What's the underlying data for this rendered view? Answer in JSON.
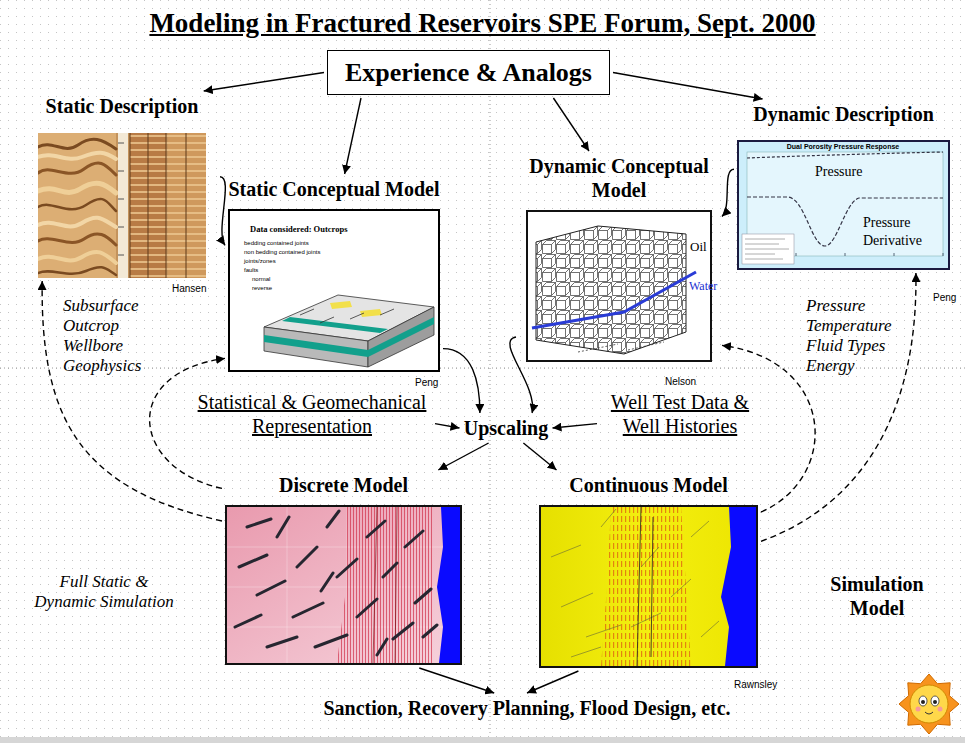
{
  "diagram": {
    "title": "Modeling in Fractured Reservoirs SPE Forum, Sept. 2000",
    "nodes": [
      {
        "text": [
          "Experience & Analogs"
        ]
      },
      {
        "text": [
          "Static Description"
        ]
      },
      {
        "text": [
          "Static Conceptual Model"
        ]
      },
      {
        "text": [
          "Dynamic Conceptual Model"
        ]
      },
      {
        "text": [
          "Dynamic Description"
        ]
      },
      {
        "text": [
          "Upscaling"
        ]
      },
      {
        "text": [
          "Statistical & Geomechanical Representation"
        ]
      },
      {
        "text": [
          "Well Test Data & Well Histories"
        ]
      },
      {
        "text": [
          "Discrete Model"
        ]
      },
      {
        "text": [
          "Continuous Model"
        ]
      },
      {
        "text": [
          "Sanction, Recovery Planning, Flood Design, etc."
        ]
      }
    ],
    "edges": [
      {
        "from": 0,
        "to": 1,
        "arrow": "to"
      },
      {
        "from": 0,
        "to": 2,
        "arrow": "to"
      },
      {
        "from": 0,
        "to": 3,
        "arrow": "to"
      },
      {
        "from": 0,
        "to": 4,
        "arrow": "to"
      },
      {
        "from": 1,
        "to": 2,
        "arrow": "to"
      },
      {
        "from": 4,
        "to": 3,
        "arrow": "to"
      },
      {
        "from": 2,
        "to": 5,
        "arrow": "to"
      },
      {
        "from": 3,
        "to": 5,
        "arrow": "to"
      },
      {
        "from": 6,
        "to": 5,
        "arrow": "to"
      },
      {
        "from": 7,
        "to": 5,
        "arrow": "to"
      },
      {
        "from": 5,
        "to": 8,
        "arrow": "to"
      },
      {
        "from": 5,
        "to": 9,
        "arrow": "to"
      },
      {
        "from": 8,
        "to": 10,
        "arrow": "to"
      },
      {
        "from": 9,
        "to": 10,
        "arrow": "to"
      },
      {
        "from": 8,
        "to": 1,
        "arrow": "to"
      },
      {
        "from": 8,
        "to": 2,
        "arrow": "to"
      },
      {
        "from": 9,
        "to": 3,
        "arrow": "to"
      },
      {
        "from": 9,
        "to": 4,
        "arrow": "to"
      }
    ],
    "labels": [
      "Subsurface Outcrop Wellbore Geophysics",
      "Pressure Temperature Fluid Types Energy",
      "Full Static & Dynamic Simulation",
      "Simulation Model",
      "Hansen",
      "Peng",
      "Nelson",
      "Peng",
      "Rawnsley",
      "Pressure",
      "Pressure Derivative",
      "Oil",
      "Water",
      "Dual Porosity Pressure Response",
      "Data considered: Outcrops",
      "bedding contained joints",
      "non bedding contained joints",
      "joints/zones",
      "faults",
      "normal",
      "reverse"
    ]
  }
}
